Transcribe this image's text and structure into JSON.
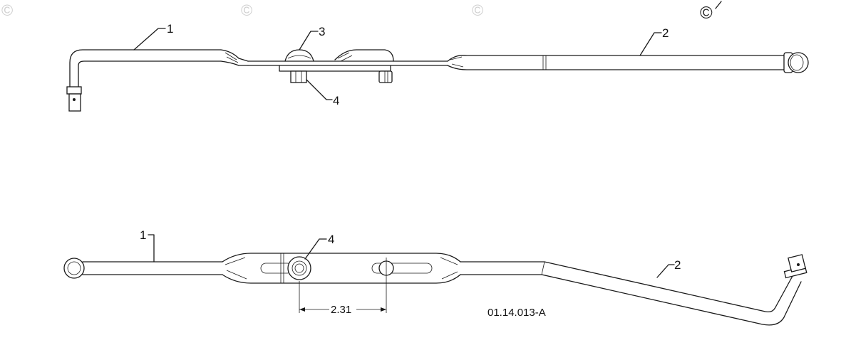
{
  "watermark": {
    "symbol": "©"
  },
  "top_view": {
    "callouts": [
      "1",
      "2",
      "3",
      "4"
    ]
  },
  "bottom_view": {
    "callouts": [
      "1",
      "2",
      "4"
    ],
    "dimension": "2.31"
  },
  "drawing_code": "01.14.013-A"
}
